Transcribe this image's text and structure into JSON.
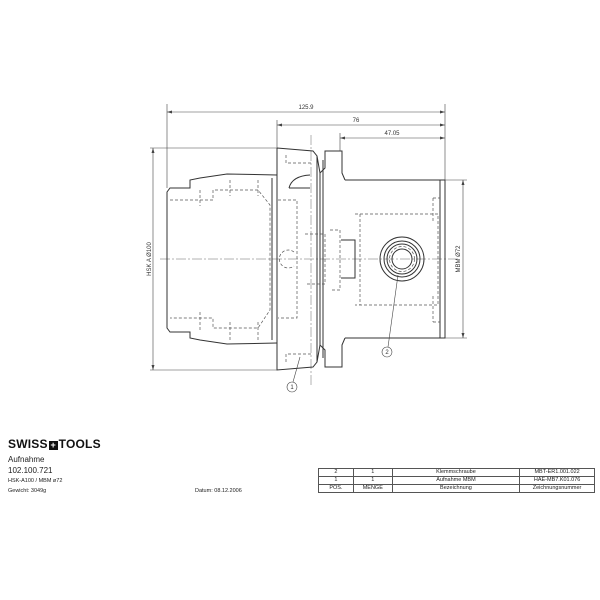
{
  "drawing": {
    "dimensions": {
      "overall_length": "125.9",
      "flange_to_end": "76",
      "body_length": "47.05",
      "shank_diameter": "HSK A Ø100",
      "body_diameter": "MBM Ø72"
    },
    "balloons": [
      "1",
      "2"
    ]
  },
  "title_block": {
    "brand_left": "SWISS",
    "brand_cross": "+",
    "brand_right": "TOOLS",
    "title": "Aufnahme",
    "part_number": "102.100.721",
    "spec": "HSK-A100 / MBM ø72",
    "weight": "Gewicht: 3049g",
    "date": "Datum: 08.12.2006"
  },
  "parts_list": {
    "rows": [
      {
        "pos": "2",
        "menge": "1",
        "bezeichnung": "Klemmschraube",
        "zeichnungsnummer": "MBT-ER1.001.022"
      },
      {
        "pos": "1",
        "menge": "1",
        "bezeichnung": "Aufnahme MBM",
        "zeichnungsnummer": "HAE-MB7.K01.076"
      }
    ],
    "header": {
      "pos": "POS.",
      "menge": "MENGE",
      "bezeichnung": "Bezeichnung",
      "zeichnungsnummer": "Zeichnungsnummer"
    }
  }
}
